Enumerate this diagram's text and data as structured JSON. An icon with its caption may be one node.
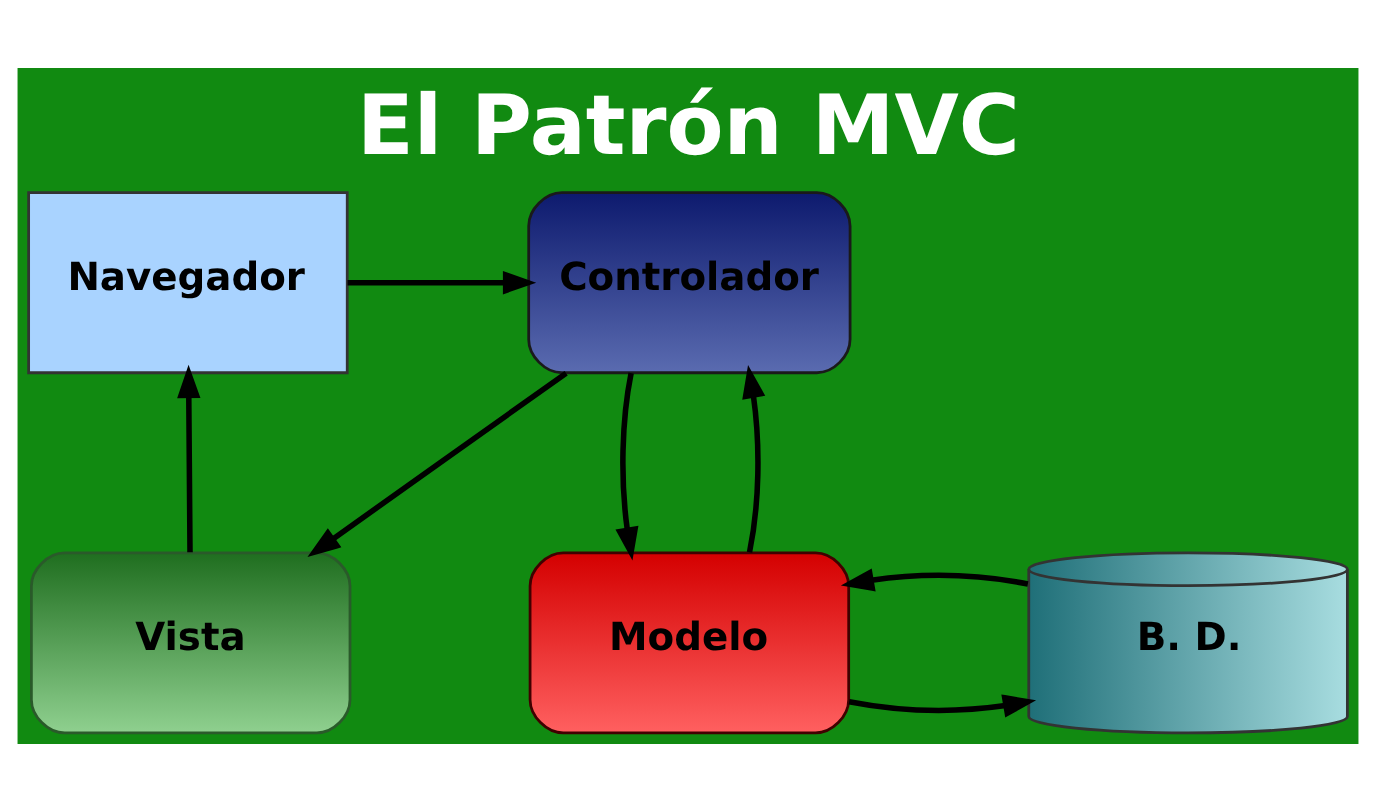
{
  "diagram": {
    "title": "El Patrón MVC",
    "nodes": [
      {
        "text": [
          "Navegador"
        ]
      },
      {
        "text": [
          "Controlador"
        ]
      },
      {
        "text": [
          "Vista"
        ]
      },
      {
        "text": [
          "Modelo"
        ]
      },
      {
        "text": [
          "B. D."
        ]
      }
    ],
    "edges": [
      {
        "from": 0,
        "to": 1,
        "arrow": "to"
      },
      {
        "from": 1,
        "to": 2,
        "arrow": "to"
      },
      {
        "from": 2,
        "to": 0,
        "arrow": "to"
      },
      {
        "from": 1,
        "to": 3,
        "arrow": "to"
      },
      {
        "from": 3,
        "to": 1,
        "arrow": "to"
      },
      {
        "from": 3,
        "to": 4,
        "arrow": "to"
      },
      {
        "from": 4,
        "to": 3,
        "arrow": "to"
      }
    ]
  }
}
